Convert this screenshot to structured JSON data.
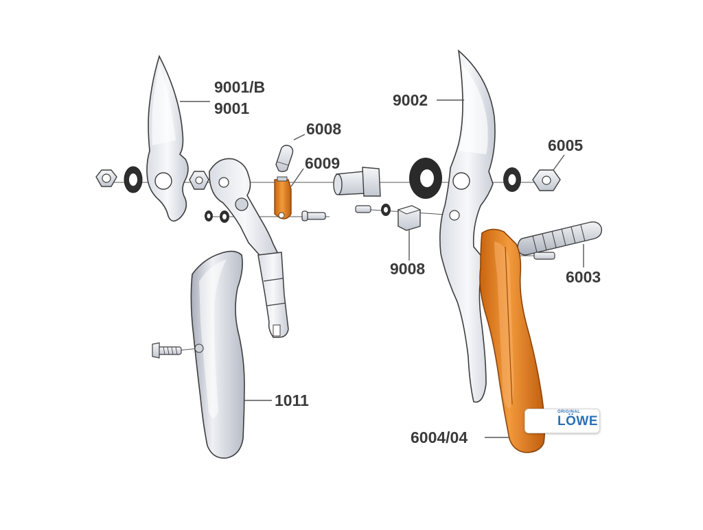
{
  "labels": {
    "blade_left_1": "9001/B",
    "blade_left_2": "9001",
    "blade_right": "9002",
    "spring_pin": "6008",
    "catch": "6009",
    "nut": "6005",
    "spring": "6003",
    "stop": "9008",
    "handle_cover": "1011",
    "handle_right": "6004/04"
  },
  "logo": {
    "brand": "LÖWE",
    "tagline": "ORIGINAL"
  },
  "colors": {
    "outline": "#3c3c3c",
    "metal": "#eef0f4",
    "metal_shade": "#b9bfca",
    "orange": "#e07a1f",
    "orange_dark": "#b85a0e",
    "brand_blue": "#2b6fb4"
  }
}
